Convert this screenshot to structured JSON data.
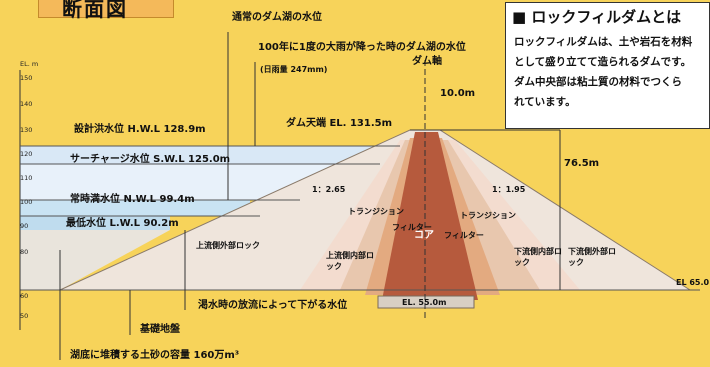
{
  "title": "断面図",
  "info": {
    "heading": "■ ロックフィルダムとは",
    "lines": [
      "ロックフィルダムは、土や岩石を材料",
      "として盛り立てて造られるダムです。",
      "ダム中央部は粘土質の材料でつくら",
      "れています。"
    ]
  },
  "axis": {
    "unit": "EL. m",
    "ticks": [
      "150",
      "140",
      "130",
      "120",
      "110",
      "100",
      "90",
      "80",
      "60",
      "50"
    ]
  },
  "labels": {
    "normal_level": "通常のダム湖の水位",
    "flood_level": "100年に1度の大雨が降った時のダム湖の水位",
    "rainfall": "(日雨量 247mm)",
    "dam_axis": "ダム軸",
    "crest_width": "10.0m",
    "crest": "ダム天端 EL. 131.5m",
    "hwl": "設計洪水位 H.W.L 128.9m",
    "swl": "サーチャージ水位 S.W.L 125.0m",
    "nwl": "常時満水位 N.W.L 99.4m",
    "lwl": "最低水位 L.W.L 90.2m",
    "height": "76.5m",
    "slope_up": "1：2.65",
    "slope_down": "1：1.95",
    "up_outer": "上流側外部ロック",
    "up_inner": "上流側内部ロック",
    "trans_left": "トランジション",
    "filter_left": "フィルター",
    "core": "コア",
    "filter_right": "フィルター",
    "trans_right": "トランジション",
    "down_inner": "下流側内部ロック",
    "down_outer": "下流側外部ロック",
    "base_el": "EL. 55.0m",
    "ground_el": "EL 65.0",
    "drought": "渇水時の放流によって下がる水位",
    "foundation": "基礎地盤",
    "sediment": "湖底に堆積する土砂の容量 160万m³"
  },
  "colors": {
    "background": "#f7d35a",
    "water": "#dbeaf7",
    "core": "#b55a3c",
    "filter": "#e0a77e",
    "rock": "#ede0d6"
  }
}
